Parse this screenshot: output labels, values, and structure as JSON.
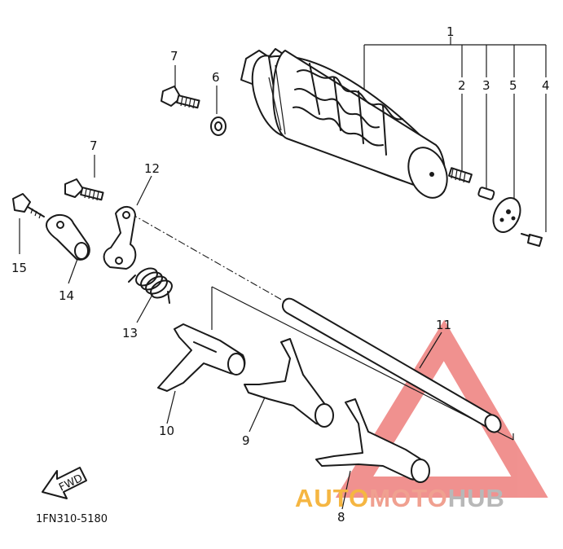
{
  "diagram": {
    "part_code": "1FN310-5180",
    "fwd_label": "FWD",
    "callouts": [
      {
        "id": "c1",
        "label": "1"
      },
      {
        "id": "c2",
        "label": "2"
      },
      {
        "id": "c3",
        "label": "3"
      },
      {
        "id": "c5",
        "label": "5"
      },
      {
        "id": "c4",
        "label": "4"
      },
      {
        "id": "c7a",
        "label": "7"
      },
      {
        "id": "c6",
        "label": "6"
      },
      {
        "id": "c7b",
        "label": "7"
      },
      {
        "id": "c12",
        "label": "12"
      },
      {
        "id": "c15",
        "label": "15"
      },
      {
        "id": "c14",
        "label": "14"
      },
      {
        "id": "c13",
        "label": "13"
      },
      {
        "id": "c11",
        "label": "11"
      },
      {
        "id": "c10",
        "label": "10"
      },
      {
        "id": "c9",
        "label": "9"
      },
      {
        "id": "c8",
        "label": "8"
      }
    ]
  },
  "watermark": {
    "part_auto": "AUTO",
    "part_moto": "MOTO",
    "part_hub": "HUB",
    "color_auto": "#f5b642",
    "color_moto": "#f0a090",
    "color_hub": "#b8b8b8",
    "triangle_color": "#e53935"
  }
}
